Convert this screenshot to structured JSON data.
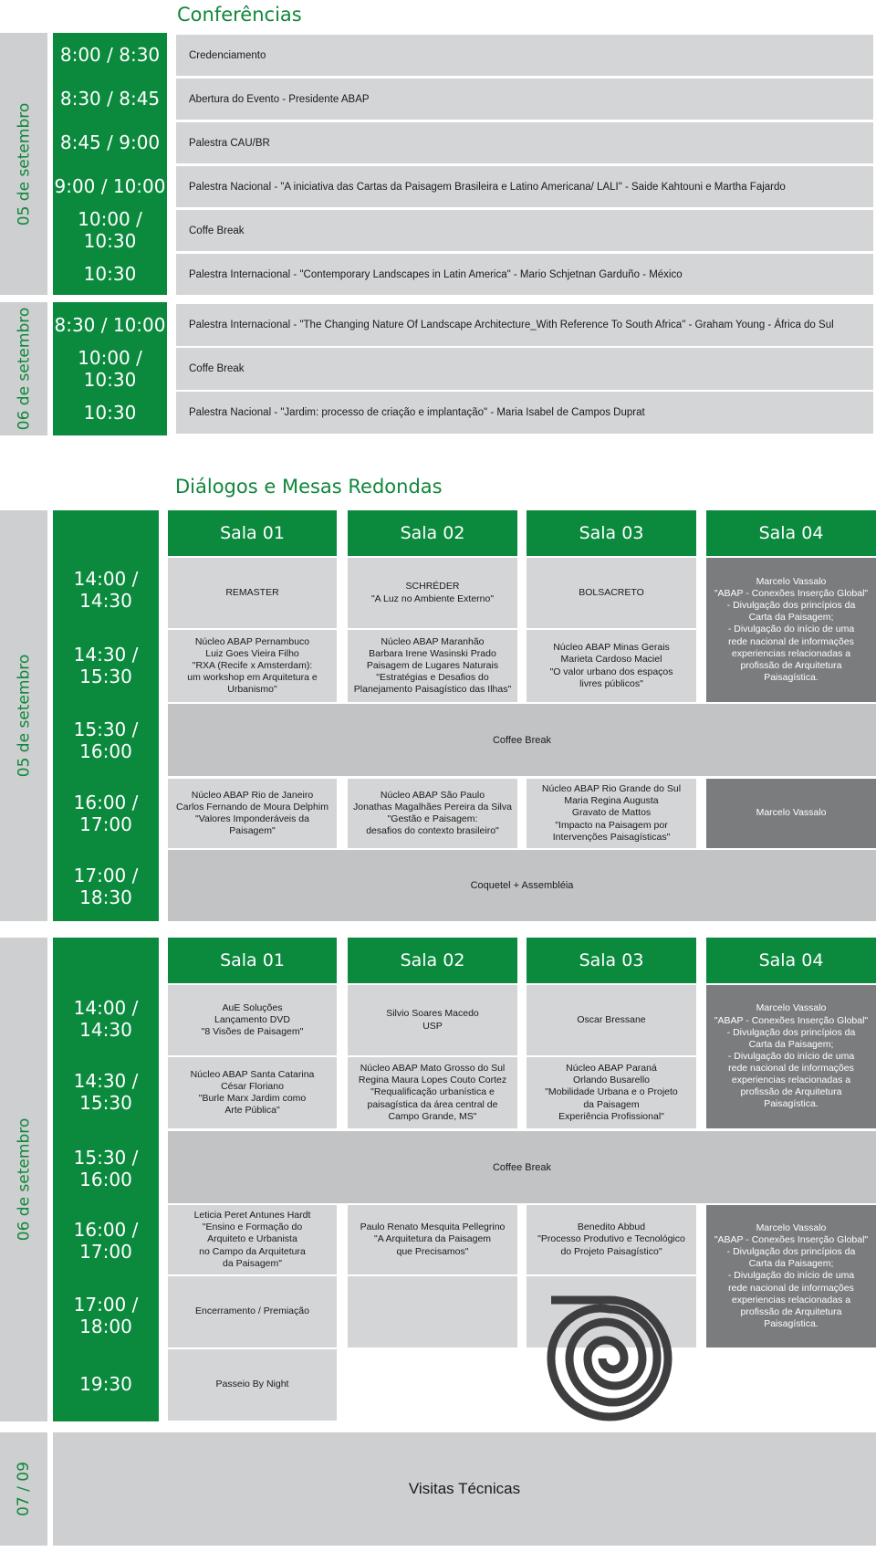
{
  "conferencias": {
    "title": "Conferências",
    "day1": {
      "label": "05 de setembro",
      "rows": [
        {
          "time": "8:00 / 8:30",
          "text": "Credenciamento"
        },
        {
          "time": "8:30 / 8:45",
          "text": "Abertura do Evento - Presidente ABAP"
        },
        {
          "time": "8:45 / 9:00",
          "text": "Palestra CAU/BR"
        },
        {
          "time": "9:00 / 10:00",
          "text": "Palestra Nacional  - \"A iniciativa das Cartas da Paisagem Brasileira e Latino Americana/ LALI\"  - Saide Kahtouni e Martha Fajardo"
        },
        {
          "time": "10:00 / 10:30",
          "text": "Coffe Break"
        },
        {
          "time": "10:30",
          "text": "Palestra Internacional - \"Contemporary Landscapes in Latin America\" - Mario Schjetnan Garduño - México"
        }
      ]
    },
    "day2": {
      "label": "06 de setembro",
      "rows": [
        {
          "time": "8:30 / 10:00",
          "text": "Palestra Internacional - \"The Changing Nature Of Landscape Architecture_With Reference To South Africa\" - Graham Young - África do Sul"
        },
        {
          "time": "10:00 / 10:30",
          "text": "Coffe Break"
        },
        {
          "time": "10:30",
          "text": "Palestra Nacional - \"Jardim: processo de criação e implantação\" - Maria Isabel de Campos Duprat"
        }
      ]
    }
  },
  "dialogos": {
    "title": "Diálogos e Mesas Redondas",
    "salas": [
      "Sala 01",
      "Sala 02",
      "Sala 03",
      "Sala 04"
    ],
    "day1": {
      "label": "05 de setembro",
      "times": [
        "14:00 / 14:30",
        "14:30 / 15:30",
        "15:30 / 16:00",
        "16:00 / 17:00",
        "17:00 / 18:30"
      ],
      "r1": [
        "REMASTER",
        "SCHRÉDER\n\"A Luz no Ambiente Externo\"",
        "BOLSACRETO"
      ],
      "r2": [
        "Núcleo ABAP Pernambuco\nLuiz Goes Vieira Filho\n\"RXA (Recife x Amsterdam):\num workshop em Arquitetura e\nUrbanismo\"",
        "Núcleo ABAP Maranhão\nBarbara Irene Wasinski Prado\nPaisagem de Lugares Naturais\n\"Estratégias e Desafios do\nPlanejamento Paisagístico das Ilhas\"",
        "Núcleo ABAP Minas Gerais\nMarieta Cardoso Maciel\n\"O valor urbano dos espaços\nlivres públicos\""
      ],
      "sala4": "Marcelo Vassalo\n\"ABAP - Conexões Inserção Global\"\n- Divulgação dos princípios da\nCarta da Paisagem;\n- Divulgação do início de uma\nrede nacional de informações\nexperiencias relacionadas a\nprofissão de Arquitetura\nPaisagística.",
      "coffee": "Coffee Break",
      "r4": [
        "Núcleo ABAP Rio de Janeiro\nCarlos Fernando de Moura Delphim\n\"Valores Imponderáveis da Paisagem\"",
        "Núcleo ABAP São Paulo\nJonathas Magalhães Pereira da Silva\n\"Gestão e Paisagem:\ndesafios do contexto brasileiro\"",
        "Núcleo ABAP Rio Grande do Sul\nMaria Regina Augusta\nGravato de Mattos\n\"Impacto na Paisagem por\nIntervenções Paisagísticas\"",
        "Marcelo Vassalo"
      ],
      "closing": "Coquetel + Assembléia"
    },
    "day2": {
      "label": "06 de setembro",
      "times": [
        "14:00 / 14:30",
        "14:30 / 15:30",
        "15:30 / 16:00",
        "16:00 / 17:00",
        "17:00 / 18:00",
        "19:30"
      ],
      "r1": [
        "AuE Soluções\nLançamento DVD\n\"8 Visões de Paisagem\"",
        "Silvio Soares Macedo\nUSP",
        "Oscar Bressane"
      ],
      "r2": [
        "Núcleo ABAP Santa Catarina\nCésar Floriano\n\"Burle Marx Jardim como\nArte Pública\"",
        "Núcleo ABAP Mato Grosso do Sul\nRegina Maura Lopes Couto Cortez\n\"Requalificação urbanística e\npaisagística da área central de\nCampo Grande, MS\"",
        "Núcleo ABAP Paraná\nOrlando Busarello\n\"Mobilidade Urbana e o Projeto\nda Paisagem\nExperiência Profissional\""
      ],
      "sala4a": "Marcelo Vassalo\n\"ABAP - Conexões Inserção Global\"\n- Divulgação dos princípios da\nCarta da Paisagem;\n- Divulgação do início de uma\nrede nacional de informações\nexperiencias relacionadas a\nprofissão de Arquitetura\nPaisagística.",
      "coffee": "Coffee Break",
      "r4": [
        "Leticia Peret Antunes Hardt\n\"Ensino e Formação do\nArquiteto e Urbanista\nno Campo da Arquitetura\nda Paisagem\"",
        "Paulo Renato Mesquita Pellegrino\n\"A Arquitetura da Paisagem\nque Precisamos\"",
        "Benedito Abbud\n\"Processo Produtivo e Tecnológico\ndo Projeto Paisagístico\""
      ],
      "sala4b": "Marcelo Vassalo\n\"ABAP - Conexões Inserção Global\"\n- Divulgação dos princípios da\nCarta da Paisagem;\n- Divulgação do início de uma\nrede nacional de informações\nexperiencias relacionadas a\nprofissão de Arquitetura\nPaisagística.",
      "encerramento": "Encerramento / Premiação",
      "passeio": "Passeio By Night"
    }
  },
  "visitas": {
    "label": "07 / 09",
    "text": "Visitas Técnicas"
  },
  "colors": {
    "green": "#0b8a3e",
    "light_gray": "#d4d5d6",
    "dark_gray": "#7a7c7e"
  },
  "icons": {
    "logo": "spiral-logo-icon"
  }
}
